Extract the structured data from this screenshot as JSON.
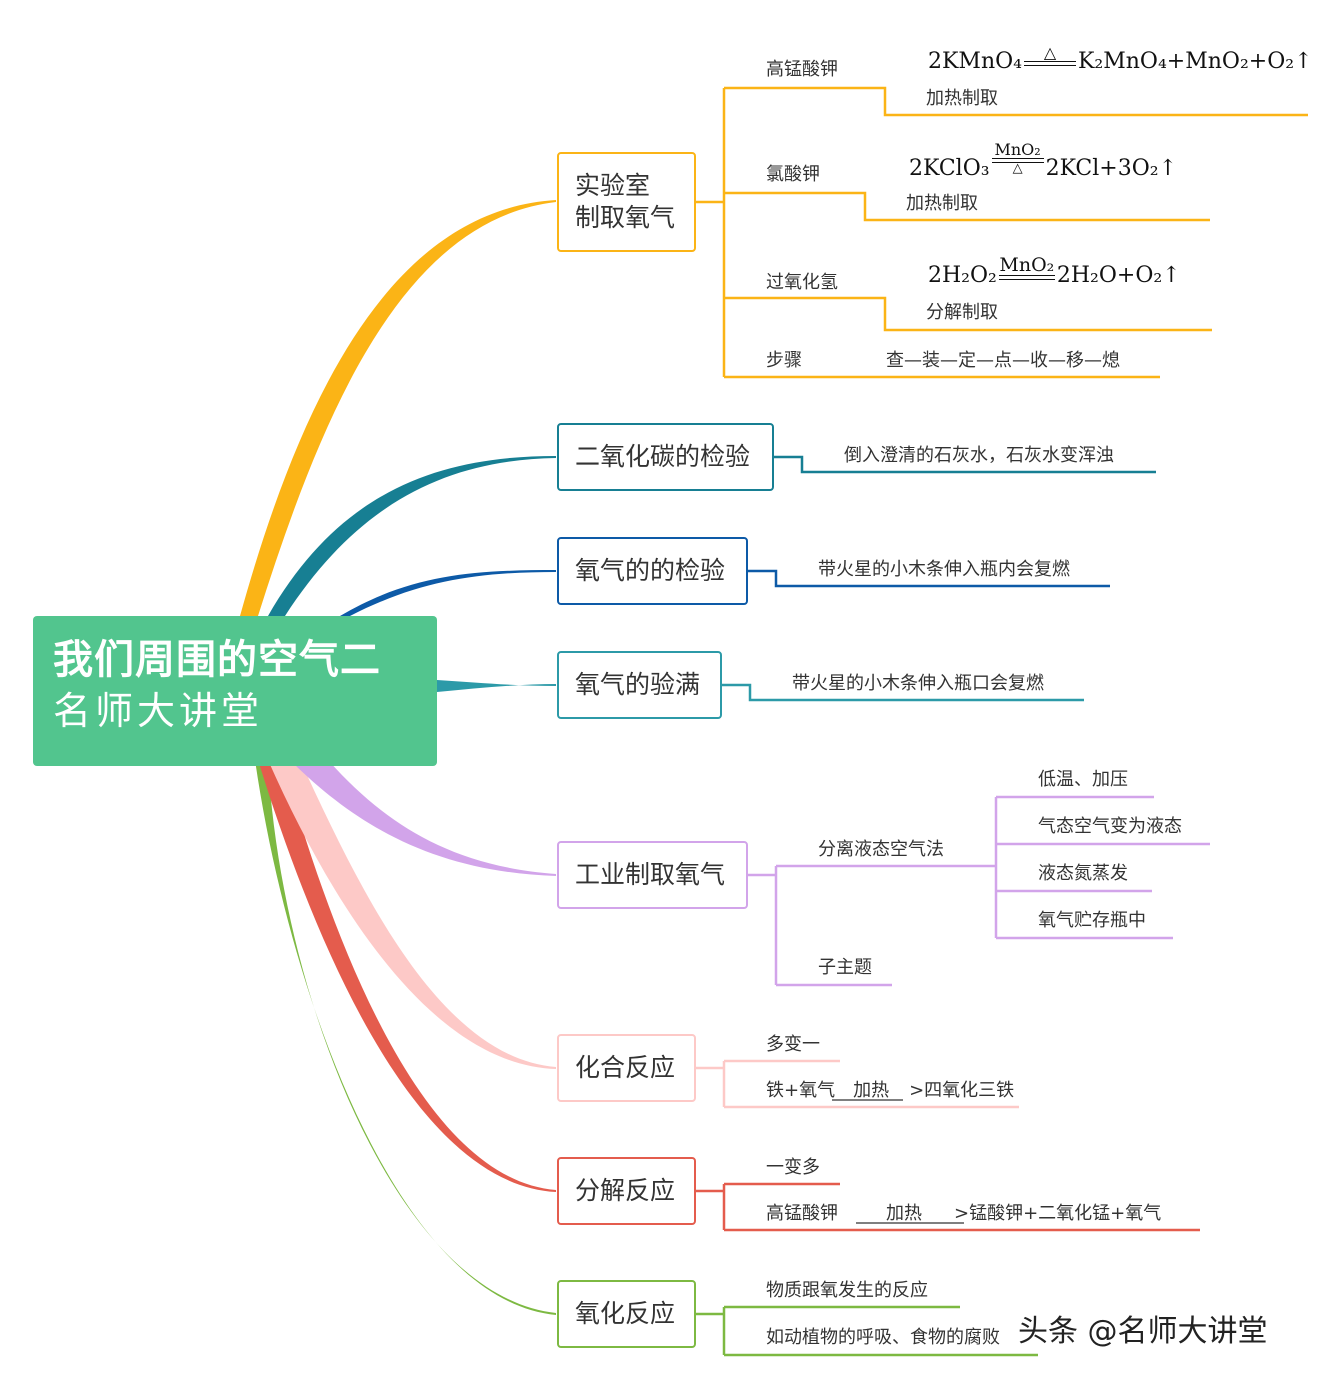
{
  "central": {
    "title": "我们周围的空气二",
    "subtitle": "名师大讲堂"
  },
  "colors": {
    "central": "#52c58e",
    "lab": "#fbb416",
    "co2": "#177f93",
    "o2_test": "#0d5aa7",
    "o2_full": "#2c9aa8",
    "industry": "#d2a4ea",
    "combination": "#fdc9c7",
    "decomposition": "#e45c4d",
    "oxidation": "#7db942"
  },
  "branches": {
    "lab": {
      "title_lines": [
        "实验室",
        "制取氧气"
      ],
      "kmno4": {
        "label": "高锰酸钾",
        "formula": {
          "left": "2KMnO₄",
          "cond_top": "△",
          "cond_bottom": "",
          "right": "K₂MnO₄+MnO₂+O₂↑"
        },
        "note": "加热制取"
      },
      "kclo3": {
        "label": "氯酸钾",
        "formula": {
          "left": "2KClO₃",
          "cond_top": "MnO₂",
          "cond_bottom": "△",
          "right": "2KCl+3O₂↑"
        },
        "note": "加热制取"
      },
      "h2o2": {
        "label": "过氧化氢",
        "formula": {
          "left": "2H₂O₂",
          "cond_top": "MnO₂",
          "cond_bottom": "",
          "right": "2H₂O+O₂↑"
        },
        "note": "分解制取"
      },
      "steps": {
        "label": "步骤",
        "value": "查—装—定—点—收—移—熄"
      }
    },
    "co2_test": {
      "title": "二氧化碳的检验",
      "detail": "倒入澄清的石灰水，石灰水变浑浊"
    },
    "o2_test": {
      "title": "氧气的的检验",
      "detail": "带火星的小木条伸入瓶内会复燃"
    },
    "o2_full": {
      "title": "氧气的验满",
      "detail": "带火星的小木条伸入瓶口会复燃"
    },
    "industry": {
      "title": "工业制取氧气",
      "method": "分离液态空气法",
      "method_items": [
        "低温、加压",
        "气态空气变为液态",
        "液态氮蒸发",
        "氧气贮存瓶中"
      ],
      "subtopic": "子主题"
    },
    "combination": {
      "title": "化合反应",
      "items": [
        "多变一"
      ],
      "reaction": {
        "reactants": "铁+氧气",
        "condition": "加热",
        "products": ">四氧化三铁"
      }
    },
    "decomposition": {
      "title": "分解反应",
      "items": [
        "一变多"
      ],
      "reaction": {
        "reactants": "高锰酸钾",
        "condition": "加热",
        "products": ">锰酸钾+二氧化锰+氧气"
      }
    },
    "oxidation": {
      "title": "氧化反应",
      "items": [
        "物质跟氧发生的反应",
        "如动植物的呼吸、食物的腐败"
      ]
    }
  },
  "watermark": "头条 @名师大讲堂"
}
